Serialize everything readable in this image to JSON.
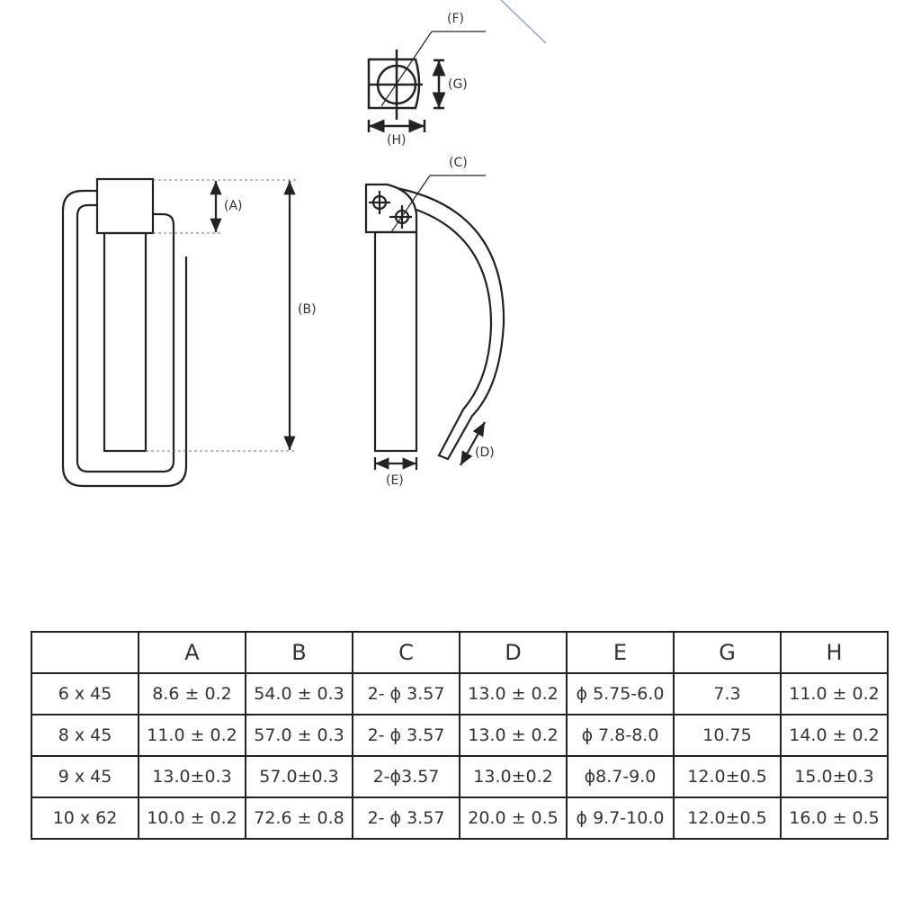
{
  "drawing": {
    "labels": {
      "A": "(A)",
      "B": "(B)",
      "C": "(C)",
      "D": "(D)",
      "E": "(E)",
      "F": "(F)",
      "G": "(G)",
      "H": "(H)"
    },
    "line_color": "#222222",
    "accent_line_color": "#8ea6d0"
  },
  "table": {
    "headers": [
      "",
      "A",
      "B",
      "C",
      "D",
      "E",
      "G",
      "H"
    ],
    "rows": [
      [
        "6 x 45",
        "8.6 ± 0.2",
        "54.0 ± 0.3",
        "2- ϕ 3.57",
        "13.0 ± 0.2",
        "ϕ 5.75-6.0",
        "7.3",
        "11.0 ± 0.2"
      ],
      [
        "8 x 45",
        "11.0 ± 0.2",
        "57.0 ± 0.3",
        "2- ϕ 3.57",
        "13.0 ± 0.2",
        "ϕ 7.8-8.0",
        "10.75",
        "14.0 ± 0.2"
      ],
      [
        "9 x 45",
        "13.0±0.3",
        "57.0±0.3",
        "2-ϕ3.57",
        "13.0±0.2",
        "ϕ8.7-9.0",
        "12.0±0.5",
        "15.0±0.3"
      ],
      [
        "10 x 62",
        "10.0 ± 0.2",
        "72.6 ± 0.8",
        "2- ϕ 3.57",
        "20.0 ± 0.5",
        "ϕ 9.7-10.0",
        "12.0±0.5",
        "16.0 ± 0.5"
      ]
    ]
  }
}
